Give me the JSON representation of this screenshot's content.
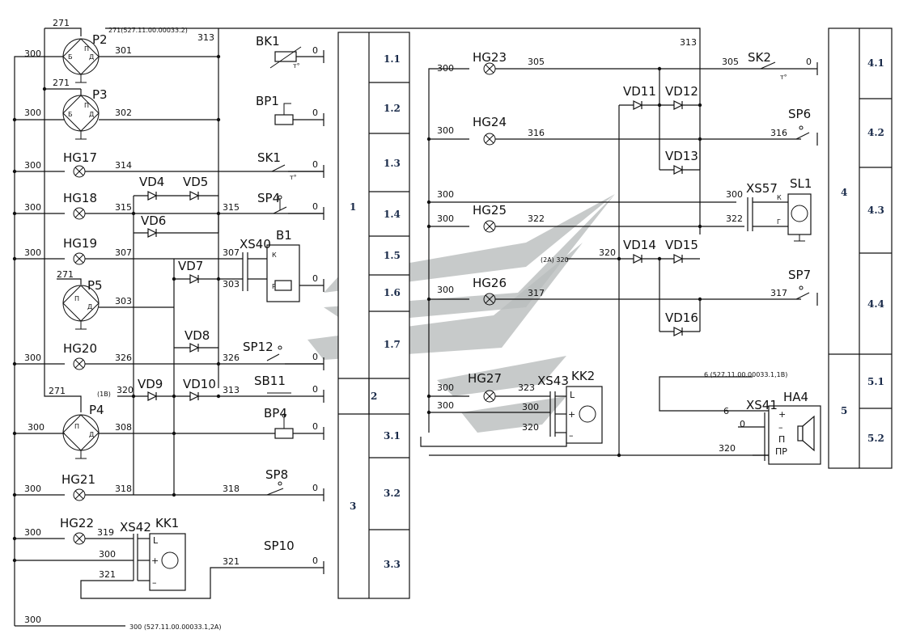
{
  "components": {
    "P2": "P2",
    "P3": "P3",
    "P4": "P4",
    "P5": "P5",
    "HG17": "HG17",
    "HG18": "HG18",
    "HG19": "HG19",
    "HG20": "HG20",
    "HG21": "HG21",
    "HG22": "HG22",
    "HG23": "HG23",
    "HG24": "HG24",
    "HG25": "HG25",
    "HG26": "HG26",
    "HG27": "HG27",
    "VD4": "VD4",
    "VD5": "VD5",
    "VD6": "VD6",
    "VD7": "VD7",
    "VD8": "VD8",
    "VD9": "VD9",
    "VD10": "VD10",
    "VD11": "VD11",
    "VD12": "VD12",
    "VD13": "VD13",
    "VD14": "VD14",
    "VD15": "VD15",
    "VD16": "VD16",
    "BK1": "BK1",
    "BP1": "BP1",
    "SK1": "SK1",
    "SK2": "SK2",
    "SP4": "SP4",
    "SP6": "SP6",
    "SP7": "SP7",
    "SP8": "SP8",
    "SP10": "SP10",
    "SP12": "SP12",
    "SB11": "SB11",
    "BP4": "BP4",
    "B1": "B1",
    "KK1": "KK1",
    "KK2": "KK2",
    "SL1": "SL1",
    "HA4": "HA4",
    "XS40": "XS40",
    "XS41": "XS41",
    "XS42": "XS42",
    "XS43": "XS43",
    "XS57": "XS57"
  },
  "wires": {
    "w271": "271",
    "w271_ref": "271(527.11.00.00033.2)",
    "w313": "313",
    "w300": "300",
    "w301": "301",
    "w302": "302",
    "w303": "303",
    "w305": "305",
    "w307": "307",
    "w308": "308",
    "w313b": "313",
    "w314": "314",
    "w315": "315",
    "w316": "316",
    "w317": "317",
    "w318": "318",
    "w319": "319",
    "w320": "320",
    "w321": "321",
    "w322": "322",
    "w323": "323",
    "w326": "326",
    "w0": "0",
    "w6": "6",
    "w1B": "(1B)",
    "w2A320": "(2A)  320",
    "w300_ref": "300  (527.11.00.00033.1,2A)",
    "w6_ref": "6  (527.11.00.00033.1,1B)"
  },
  "pins": {
    "b": "Б",
    "p": "П",
    "d": "Д",
    "t": "т°",
    "k": "К",
    "r": "Р",
    "g": "Г",
    "L": "L",
    "plus": "+",
    "minus": "–",
    "pr": "ПР"
  },
  "table_left": {
    "groups": [
      {
        "label": "1"
      },
      {
        "label": "2"
      },
      {
        "label": "3"
      }
    ],
    "rows": [
      "1.1",
      "1.2",
      "1.3",
      "1.4",
      "1.5",
      "1.6",
      "1.7",
      "3.1",
      "3.2",
      "3.3"
    ]
  },
  "table_right": {
    "groups": [
      {
        "label": "4"
      },
      {
        "label": "5"
      }
    ],
    "rows": [
      "4.1",
      "4.2",
      "4.3",
      "4.4",
      "5.1",
      "5.2"
    ]
  },
  "colors": {
    "line": "#111111",
    "watermark": "#b9bdbd",
    "table_text": "#1a2b4a"
  }
}
